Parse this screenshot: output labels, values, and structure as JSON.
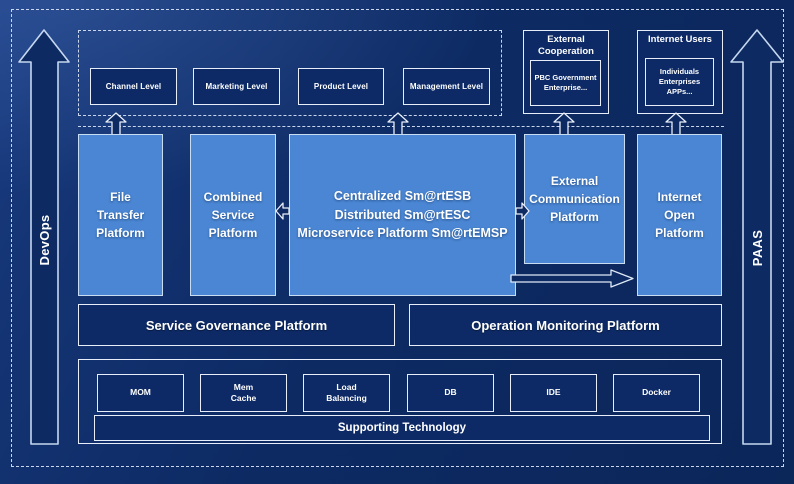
{
  "side_rails": {
    "devops": "DevOps",
    "paas": "PAAS"
  },
  "levels": [
    "Channel Level",
    "Marketing Level",
    "Product Level",
    "Management Level"
  ],
  "external_cooperation": {
    "title": "External\nCooperation",
    "members": "PBC Government\nEnterprise..."
  },
  "internet_users": {
    "title": "Internet Users",
    "members": "Individuals\nEnterprises\nAPPs..."
  },
  "platforms": {
    "file_transfer": "File\nTransfer\nPlatform",
    "combined_service": "Combined\nService\nPlatform",
    "central": "Centralized Sm@rtESB\nDistributed Sm@rtESC\nMicroservice Platform Sm@rtEMSP",
    "external_communication": "External\nCommunication\nPlatform",
    "internet_open": "Internet\nOpen\nPlatform"
  },
  "governance": {
    "service": "Service Governance Platform",
    "monitoring": "Operation Monitoring Platform"
  },
  "supporting": {
    "title": "Supporting Technology",
    "items": [
      "MOM",
      "Mem\nCache",
      "Load\nBalancing",
      "DB",
      "IDE",
      "Docker"
    ]
  },
  "colors": {
    "background": "#0d2a63",
    "panel_fill": "#0d2a66",
    "light_blue": "#4a86d3",
    "light_border": "#e8eef9",
    "dash": "#c9d6ec"
  }
}
